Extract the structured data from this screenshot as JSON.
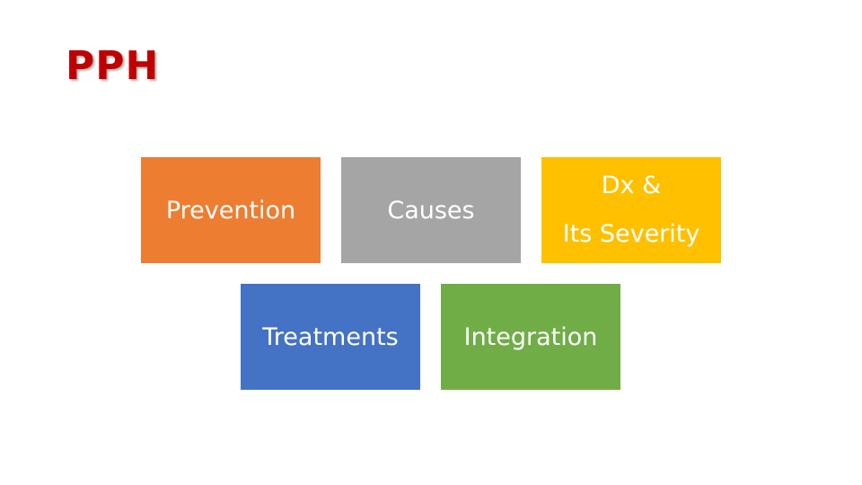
{
  "title": "PPH",
  "colors": {
    "title": "#c00000",
    "prevention": "#ed7d31",
    "causes": "#a5a5a5",
    "dx": "#ffc000",
    "treatments": "#4472c4",
    "integration": "#70ad47"
  },
  "tiles": {
    "prevention": {
      "label": "Prevention"
    },
    "causes": {
      "label": "Causes"
    },
    "dx": {
      "line1": "Dx &",
      "line2": "Its Severity"
    },
    "treatments": {
      "label": "Treatments"
    },
    "integration": {
      "label": "Integration"
    }
  }
}
